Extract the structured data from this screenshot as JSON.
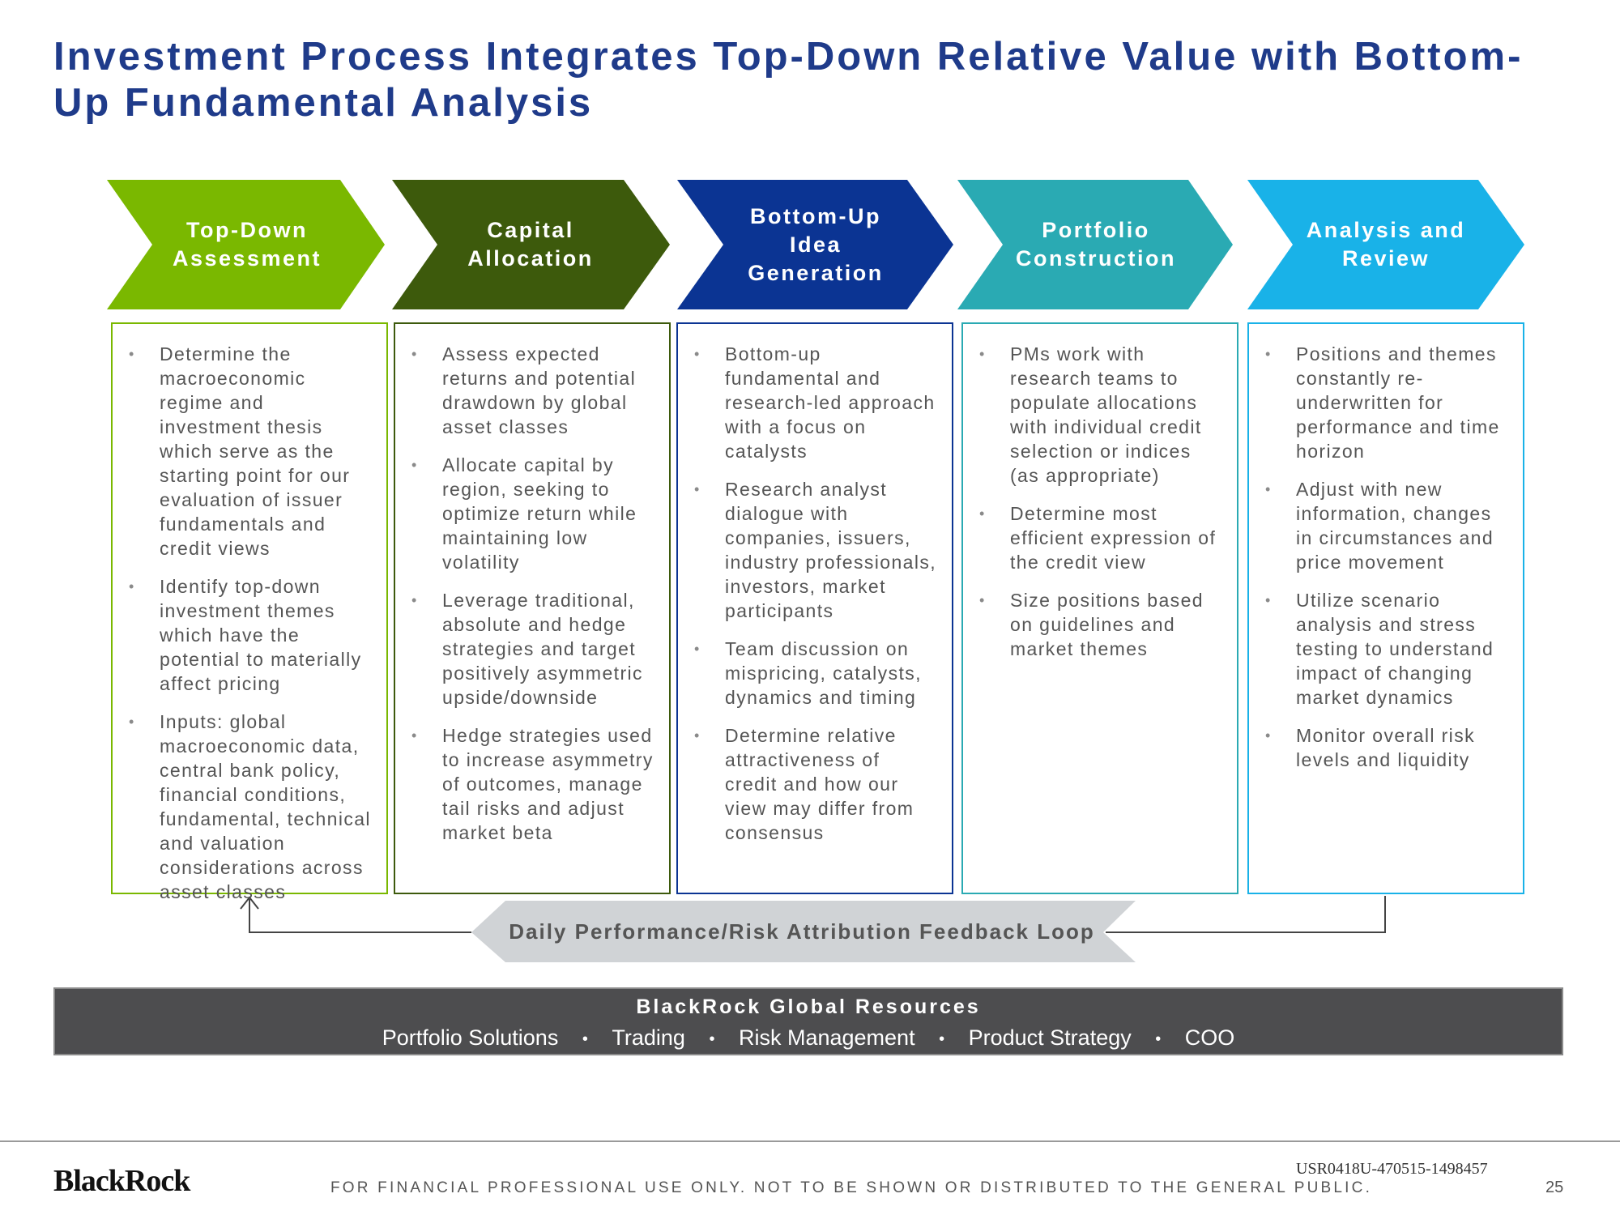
{
  "title": "Investment Process Integrates Top-Down Relative Value with Bottom-Up Fundamental Analysis",
  "steps": [
    {
      "label_lines": [
        "Top-Down",
        "Assessment"
      ],
      "color": "#7ab800",
      "bullets": [
        "Determine the macroeconomic regime and investment thesis which serve as the starting point for our evaluation of issuer fundamentals and credit views",
        "Identify top-down investment themes which have the potential to materially affect pricing",
        "Inputs: global macroeconomic data, central bank policy, financial conditions, fundamental, technical and valuation considerations across asset classes"
      ]
    },
    {
      "label_lines": [
        "Capital",
        "Allocation"
      ],
      "color": "#3d5a0c",
      "bullets": [
        "Assess expected returns and potential drawdown by global asset classes",
        "Allocate capital by region, seeking to optimize return while maintaining low volatility",
        "Leverage traditional, absolute and hedge strategies and target positively asymmetric upside/downside",
        "Hedge strategies used to increase asymmetry of outcomes, manage tail risks and adjust market beta"
      ]
    },
    {
      "label_lines": [
        "Bottom-Up",
        "Idea",
        "Generation"
      ],
      "color": "#0b3493",
      "bullets": [
        "Bottom-up fundamental and research-led approach with a focus on catalysts",
        "Research analyst dialogue with companies, issuers, industry professionals, investors, market participants",
        "Team discussion on mispricing, catalysts, dynamics and timing",
        "Determine relative attractiveness of credit and how our view may differ from consensus"
      ]
    },
    {
      "label_lines": [
        "Portfolio",
        "Construction"
      ],
      "color": "#2aaab3",
      "bullets": [
        "PMs work with research teams to populate allocations with individual credit selection or indices (as appropriate)",
        "Determine most efficient expression of the credit view",
        "Size positions based on guidelines and market themes"
      ]
    },
    {
      "label_lines": [
        "Analysis and",
        "Review"
      ],
      "color": "#19b2e8",
      "bullets": [
        "Positions and themes constantly re-underwritten for performance and time horizon",
        "Adjust with new information, changes in circumstances and price movement",
        "Utilize scenario analysis and stress testing to understand impact of changing market dynamics",
        "Monitor overall risk levels and liquidity"
      ]
    }
  ],
  "feedback_loop": "Daily Performance/Risk Attribution Feedback Loop",
  "resources": {
    "title": "BlackRock Global Resources",
    "items": [
      "Portfolio Solutions",
      "Trading",
      "Risk Management",
      "Product Strategy",
      "COO"
    ]
  },
  "footer": {
    "logo": "BlackRock",
    "disclaimer": "FOR FINANCIAL PROFESSIONAL USE ONLY. NOT TO BE SHOWN OR DISTRIBUTED TO THE GENERAL PUBLIC.",
    "doc_id": "USR0418U-470515-1498457",
    "page": "25"
  }
}
